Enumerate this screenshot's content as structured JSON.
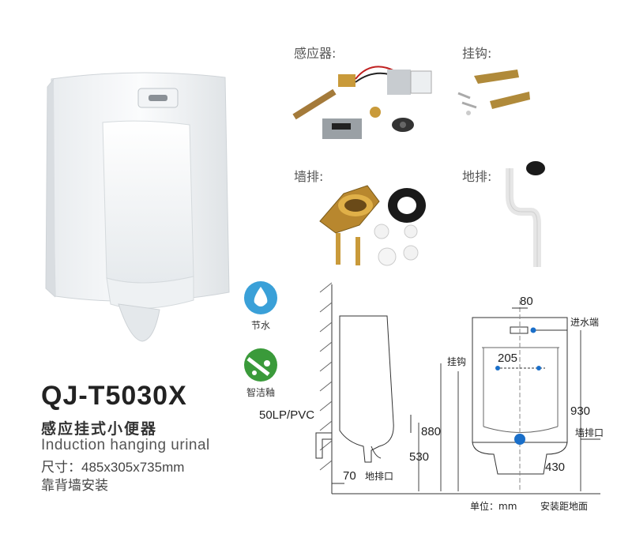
{
  "product": {
    "model": "QJ-T5030X",
    "name_cn": "感应挂式小便器",
    "name_en": "Induction hanging urinal",
    "size": "尺寸：485x305x735mm",
    "install": "靠背墙安装"
  },
  "accessories": {
    "sensor": "感应器:",
    "hook": "挂钩:",
    "wall_drain": "墙排:",
    "floor_drain": "地排:"
  },
  "features": [
    {
      "label": "节水",
      "icon": "water-drop-icon",
      "color": "#3aa0d8"
    },
    {
      "label": "智洁釉",
      "icon": "glaze-icon",
      "color": "#3a9a3a"
    }
  ],
  "drawing": {
    "pipe_label": "50LP/PVC",
    "dim_70": "70",
    "floor_drain_port": "地排口",
    "dim_530": "530",
    "dim_880": "880",
    "dim_80": "80",
    "inlet": "进水端",
    "hook": "挂钩",
    "dim_205": "205",
    "dim_930": "930",
    "wall_drain_port": "墙排口",
    "dim_430": "430",
    "unit": "单位：mm",
    "note": "安装距地面"
  }
}
